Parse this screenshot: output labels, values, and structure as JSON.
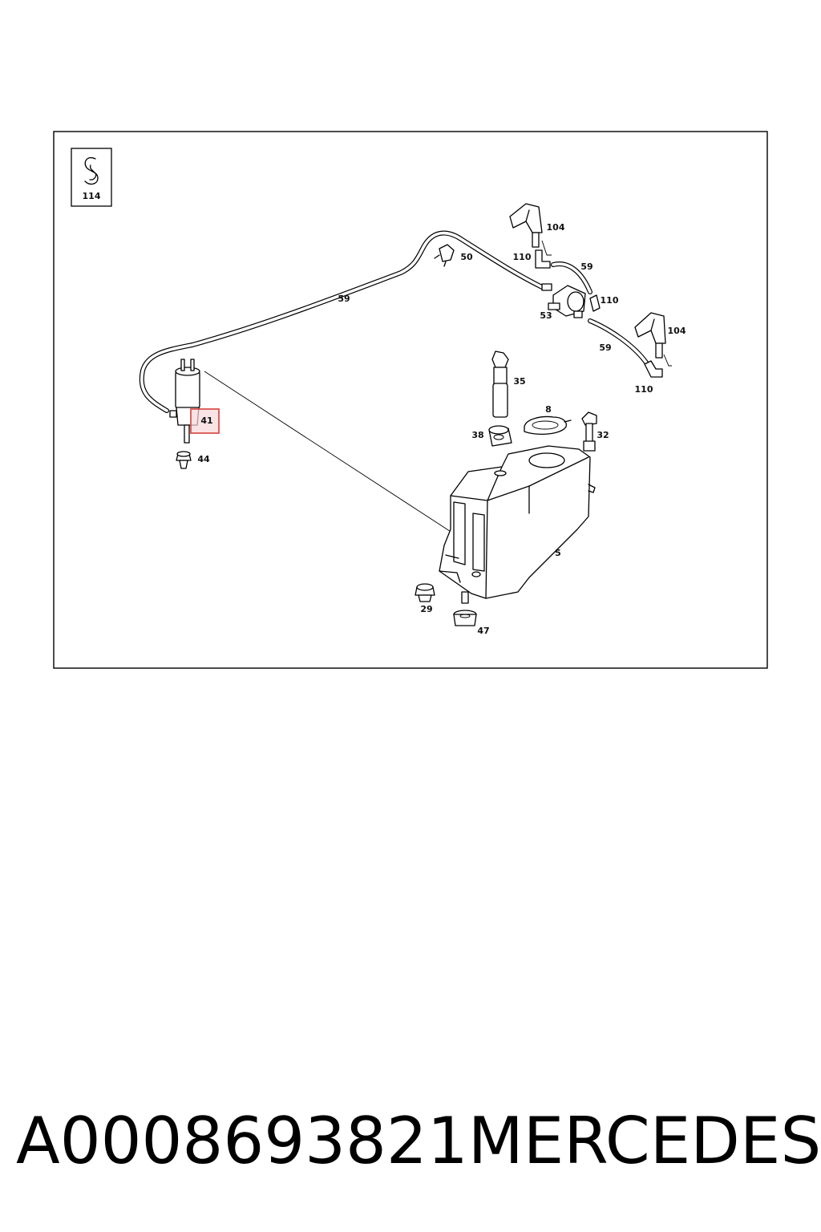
{
  "diagram": {
    "legend_part_number": "114",
    "highlighted_part": "41",
    "highlight_color": "#d9534f",
    "callouts": {
      "p59a": "59",
      "p50": "50",
      "p104a": "104",
      "p110a": "110",
      "p59b": "59",
      "p110b": "110",
      "p53": "53",
      "p104b": "104",
      "p59c": "59",
      "p110c": "110",
      "p35": "35",
      "p8": "8",
      "p38": "38",
      "p32": "32",
      "p41": "41",
      "p44": "44",
      "p5": "5",
      "p29": "29",
      "p47": "47"
    }
  },
  "caption": {
    "part_number": "A0008693821",
    "brand": "MERCEDES"
  }
}
